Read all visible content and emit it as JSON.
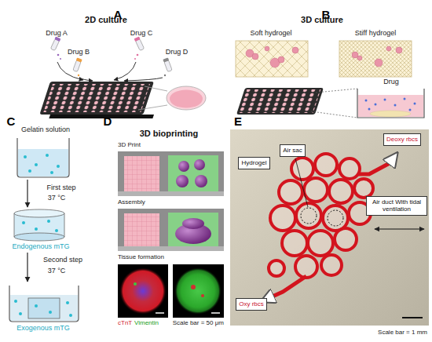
{
  "diagram": {
    "nodes": [
      {
        "text": [
          "Deoxy rbcs"
        ]
      },
      {
        "text": [
          "Hydrogel"
        ]
      },
      {
        "text": [
          "Air sac"
        ]
      },
      {
        "text": [
          "Air duct With tidal ventilation"
        ]
      },
      {
        "text": [
          "Oxy rbcs"
        ]
      }
    ],
    "labels": [
      "A",
      "2D culture",
      "Drug A",
      "Drug B",
      "Drug C",
      "Drug D",
      "B",
      "3D culture",
      "Soft hydrogel",
      "Stiff hydrogel",
      "Drug",
      "C",
      "Gelatin solution",
      "First step",
      "37 °C",
      "Endogenous mTG",
      "Second step",
      "37 °C",
      "Exogenous mTG",
      "D",
      "3D bioprinting",
      "3D Print",
      "Assembly",
      "Tissue formation",
      "cTnT",
      "Vimentin",
      "Scale bar = 50 μm",
      "E",
      "Scale bar = 1 mm"
    ]
  }
}
